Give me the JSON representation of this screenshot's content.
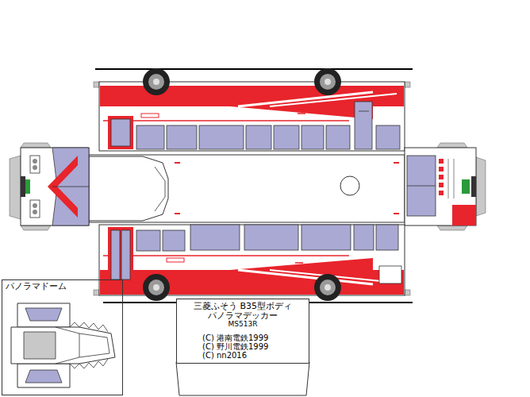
{
  "diagram": {
    "nodes": [
      {
        "text": [
          "パノラマドーム"
        ]
      },
      {
        "text": [
          "三菱ふそう B35型ボディ",
          "パノラマデッカー",
          "MS513R",
          "(C) 港南電鉄1999",
          "(C) 野川電鉄1999",
          "(C) nn2016"
        ]
      }
    ]
  }
}
